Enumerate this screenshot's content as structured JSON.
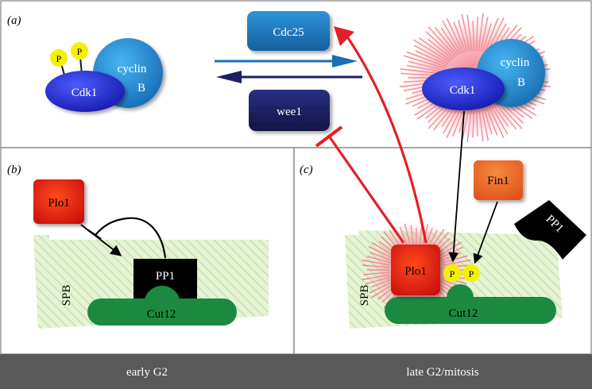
{
  "panels": {
    "a": {
      "label": "(a)"
    },
    "b": {
      "label": "(b)"
    },
    "c": {
      "label": "(c)"
    }
  },
  "labels": {
    "p": "P",
    "cdk1": "Cdk1",
    "cyclin": "cyclin",
    "b": "B",
    "cdc25": "Cdc25",
    "wee1": "wee1",
    "plo1": "Plo1",
    "pp1": "PP1",
    "fin1": "Fin1",
    "cut12": "Cut12",
    "spb": "SPB"
  },
  "footer": {
    "left": "early G2",
    "right": "late G2/mitosis"
  },
  "colors": {
    "cdk1": "#1f2ccf",
    "cyclin": "#2a8fd6",
    "cdc25": "#1f7fc4",
    "wee1": "#1c1f66",
    "plo1": "#e52515",
    "fin1": "#ef6a1e",
    "cut12": "#1b8a40",
    "spb_fill": "#dcefc6",
    "phospho": "#f5f000",
    "inhibit_red": "#e21f26",
    "footer_bg": "#595959"
  }
}
